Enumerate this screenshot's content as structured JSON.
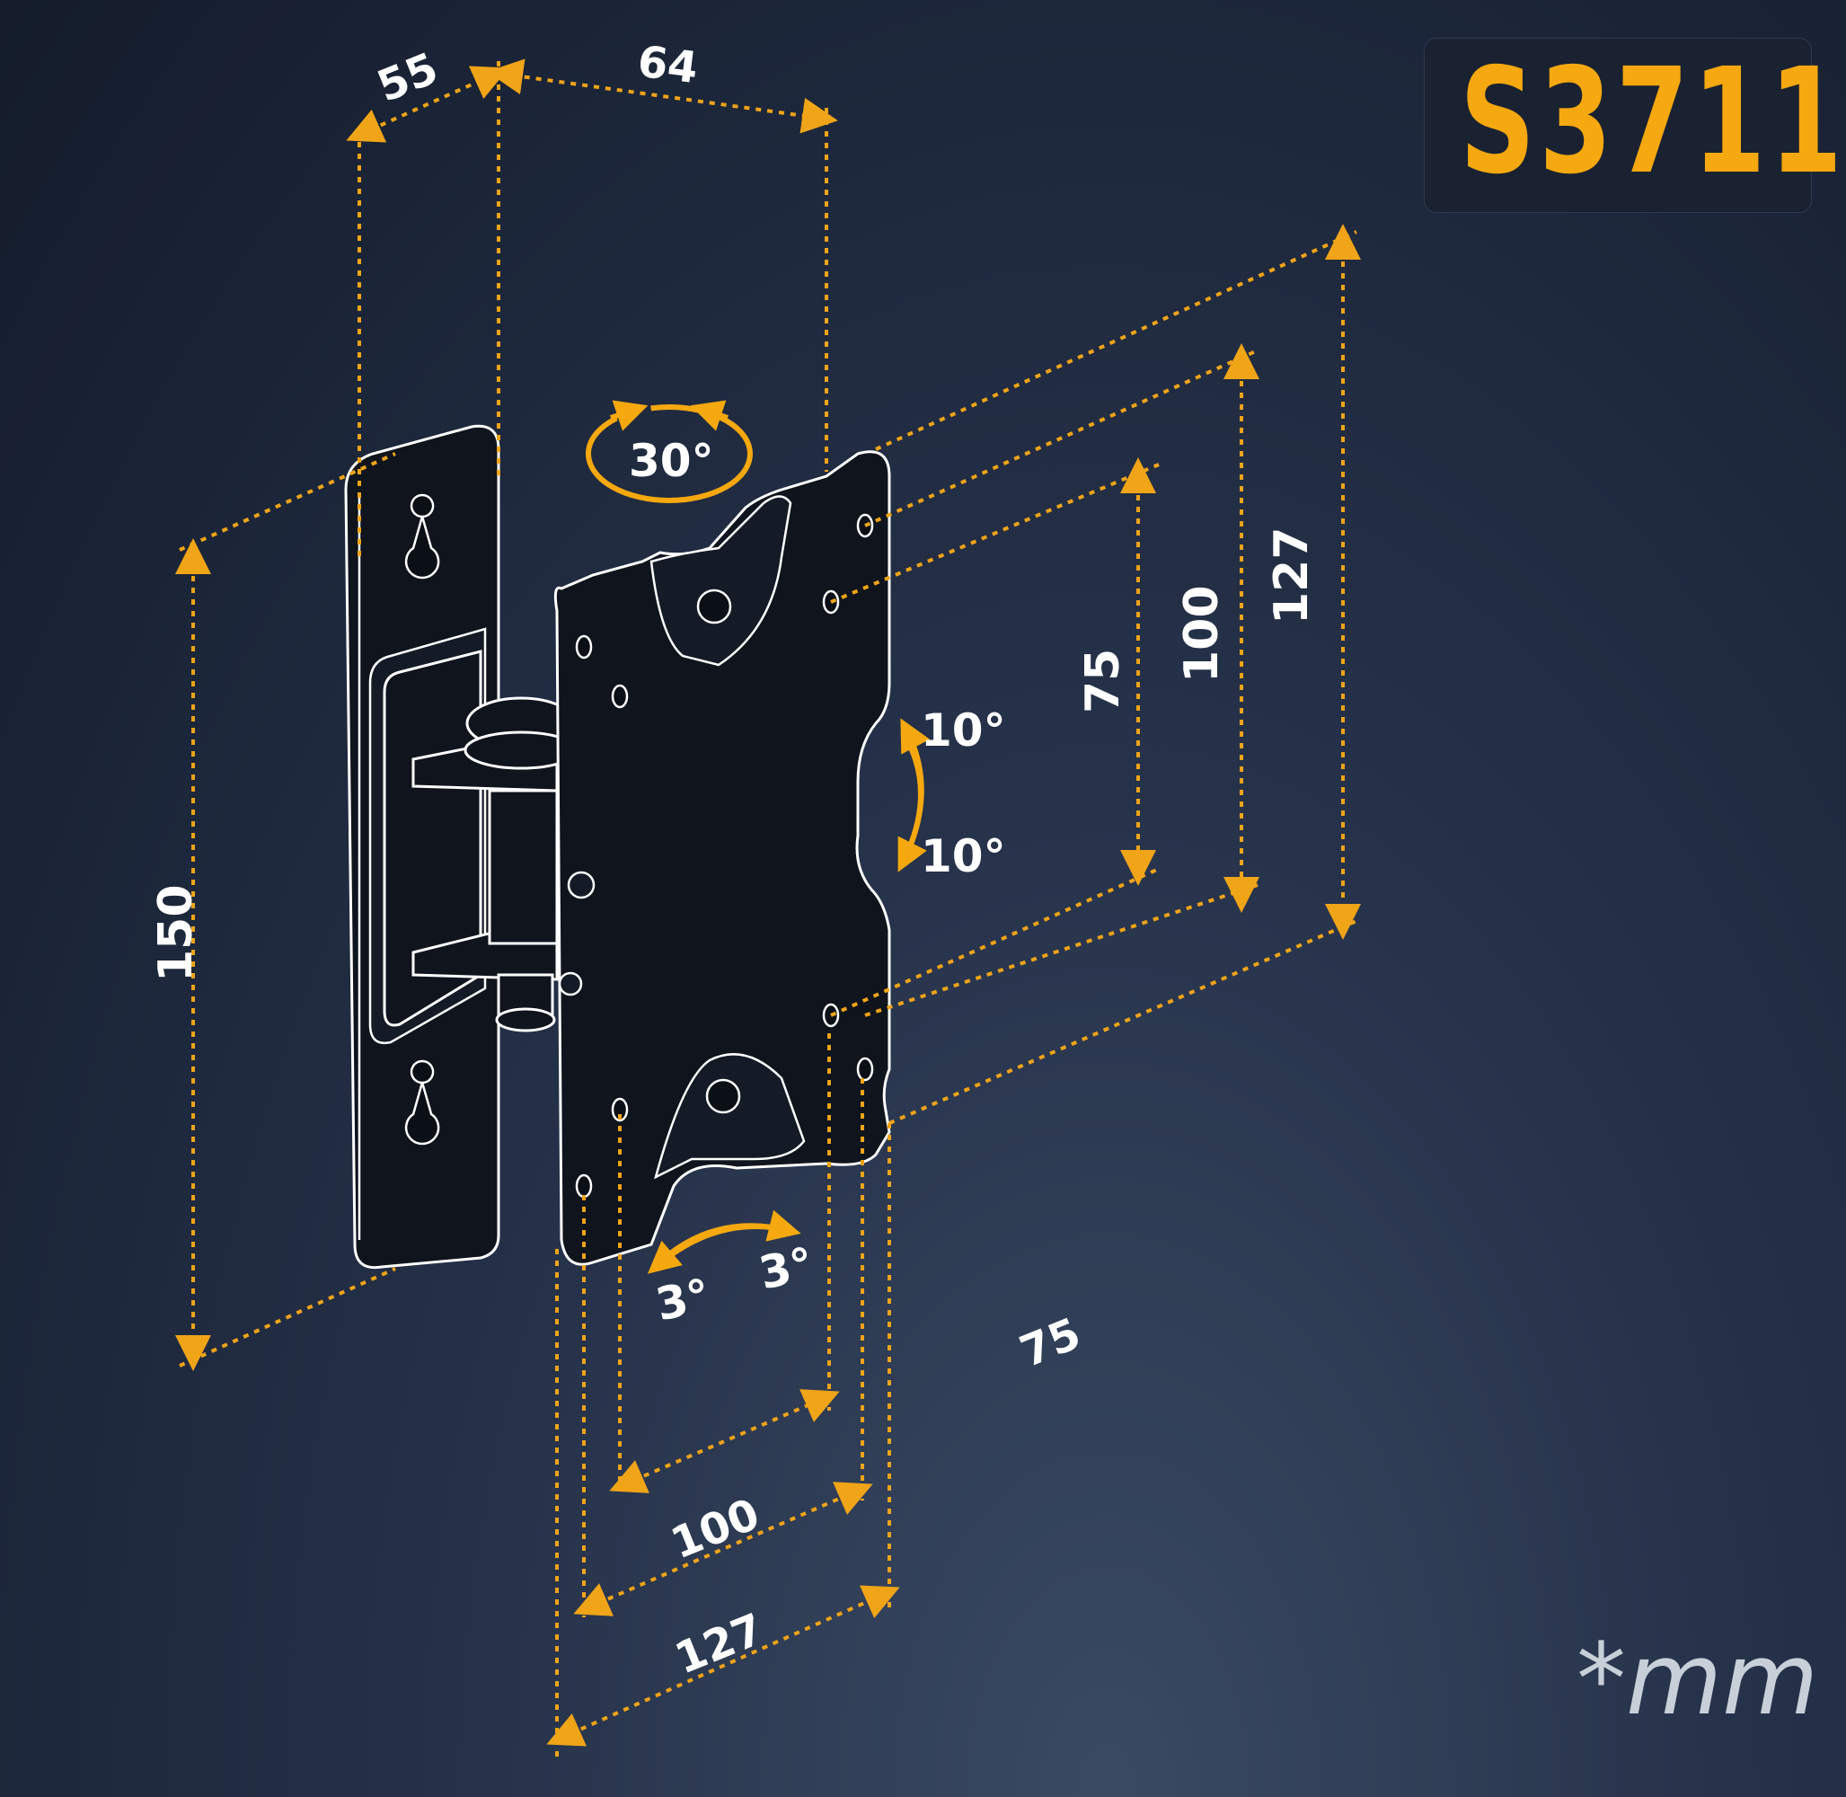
{
  "model": "S3711",
  "unit_note": "*mm",
  "dimensions": {
    "depth_a": "55",
    "depth_b": "64",
    "height_plate": "150",
    "vesa_h_75": "75",
    "vesa_h_100": "100",
    "vesa_h_127": "127",
    "vesa_w_75": "75",
    "vesa_w_100": "100",
    "vesa_w_127": "127"
  },
  "angles": {
    "swivel": "30°",
    "tilt_up": "10°",
    "tilt_down": "10°",
    "rotate_left": "3°",
    "rotate_right": "3°"
  },
  "colors": {
    "accent": "#f5a80f",
    "background": "#1b2436",
    "line": "#ffffff"
  }
}
